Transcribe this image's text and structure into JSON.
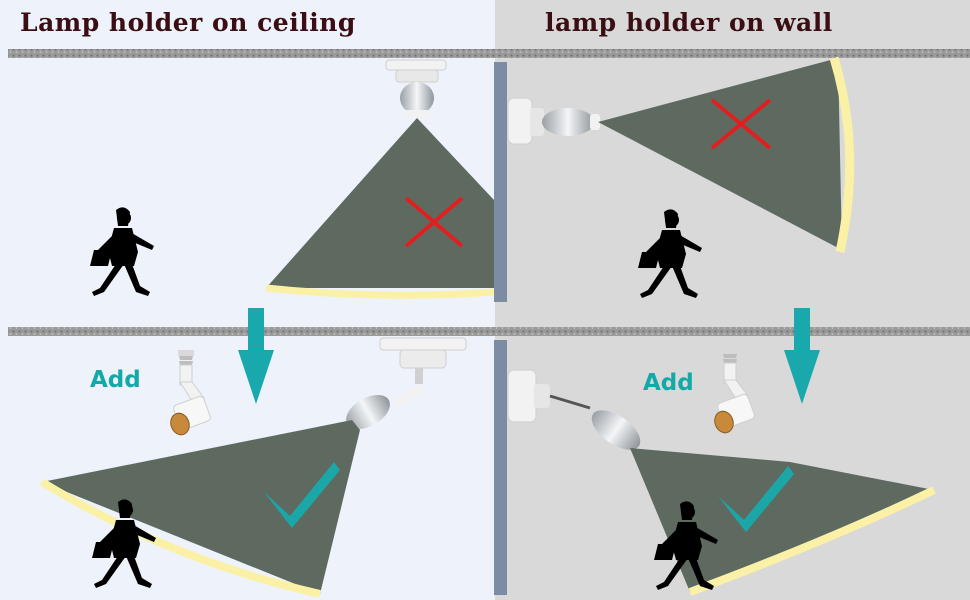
{
  "titles": {
    "ceiling": "Lamp holder on ceiling",
    "wall": "lamp holder on wall"
  },
  "labels": {
    "add_left": "Add",
    "add_right": "Add"
  },
  "colors": {
    "background_left": "#eef2fb",
    "background_right": "#d9d9d9",
    "beam": "#5e6a60",
    "light_edge": "#fbf1a6",
    "cross": "#e02020",
    "check": "#1ba7a7",
    "arrow": "#19a9ad",
    "title": "#3a0e12"
  },
  "icons": [
    "cross-icon",
    "check-icon",
    "down-arrow-icon",
    "walking-person-icon",
    "lamp-holder-icon",
    "extension-adapter-icon"
  ]
}
